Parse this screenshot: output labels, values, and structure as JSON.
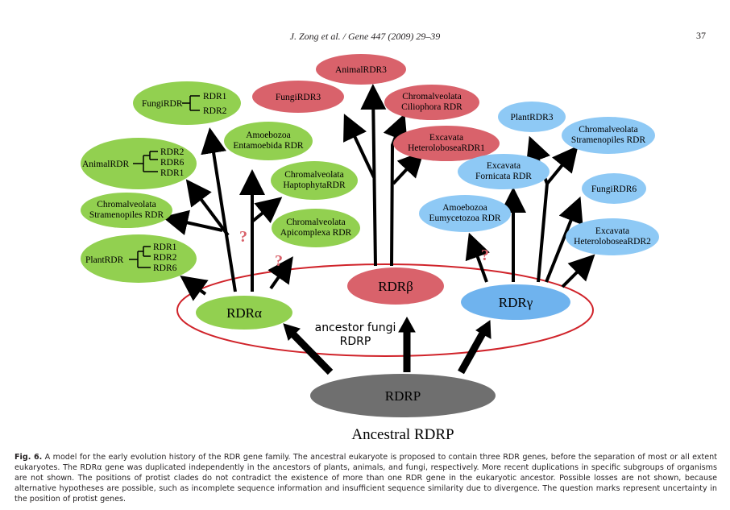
{
  "header": {
    "running_head": "J. Zong et al. / Gene 447 (2009) 29–39",
    "page_number": "37"
  },
  "colors": {
    "green": "#92d050",
    "red": "#d9626b",
    "blue": "#8ec9f5",
    "gray": "#6f6f6f",
    "ring": "#d0232a"
  },
  "figure": {
    "core": {
      "rdr_alpha": "RDRα",
      "rdr_beta": "RDRβ",
      "rdr_gamma": "RDRγ",
      "rdrp": "RDRP",
      "ancestor_line1": "ancestor fungi",
      "ancestor_line2": "RDRP",
      "title": "Ancestral RDRP"
    },
    "green": {
      "fungi_label": "FungiRDR",
      "fungi_genes": [
        "RDR1",
        "RDR2"
      ],
      "animal_label": "AnimalRDR",
      "animal_genes": [
        "RDR2",
        "RDR6",
        "RDR1"
      ],
      "plant_label": "PlantRDR",
      "plant_genes": [
        "RDR1",
        "RDR2",
        "RDR6"
      ],
      "stramenopiles": [
        "Chromalveolata",
        "Stramenopiles RDR"
      ],
      "entamoebida": [
        "Amoebozoa",
        "Entamoebida RDR"
      ],
      "haptophyta": [
        "Chromalveolata",
        "HaptophytaRDR"
      ],
      "apicomplexa": [
        "Chromalveolata",
        "Apicomplexa RDR"
      ]
    },
    "red": {
      "animal3": "AnimalRDR3",
      "fungi3": "FungiRDR3",
      "ciliophora": [
        "Chromalveolata",
        "Ciliophora RDR"
      ],
      "heterolobosea1": [
        "Excavata",
        "HeteroloboseaRDR1"
      ]
    },
    "blue": {
      "plant3": "PlantRDR3",
      "stramenopiles": [
        "Chromalveolata",
        "Stramenopiles RDR"
      ],
      "fornicata": [
        "Excavata",
        "Fornicata RDR"
      ],
      "fungi6": "FungiRDR6",
      "eumycetozoa": [
        "Amoebozoa",
        "Eumycetozoa RDR"
      ],
      "heterolobosea2": [
        "Excavata",
        "HeteroloboseaRDR2"
      ]
    },
    "question_mark": "?"
  },
  "caption": {
    "label": "Fig. 6.",
    "text": " A model for the early evolution history of the RDR gene family. The ancestral eukaryote is proposed to contain three RDR genes, before the separation of most or all extent eukaryotes. The RDRα gene was duplicated independently in the ancestors of plants, animals, and fungi, respectively. More recent duplications in specific subgroups of organisms are not shown. The positions of protist clades do not contradict the existence of more than one RDR gene in the eukaryotic ancestor. Possible losses are not shown, because alternative hypotheses are possible, such as incomplete sequence information and insufficient sequence similarity due to divergence. The question marks represent uncertainty in the position of protist genes."
  }
}
